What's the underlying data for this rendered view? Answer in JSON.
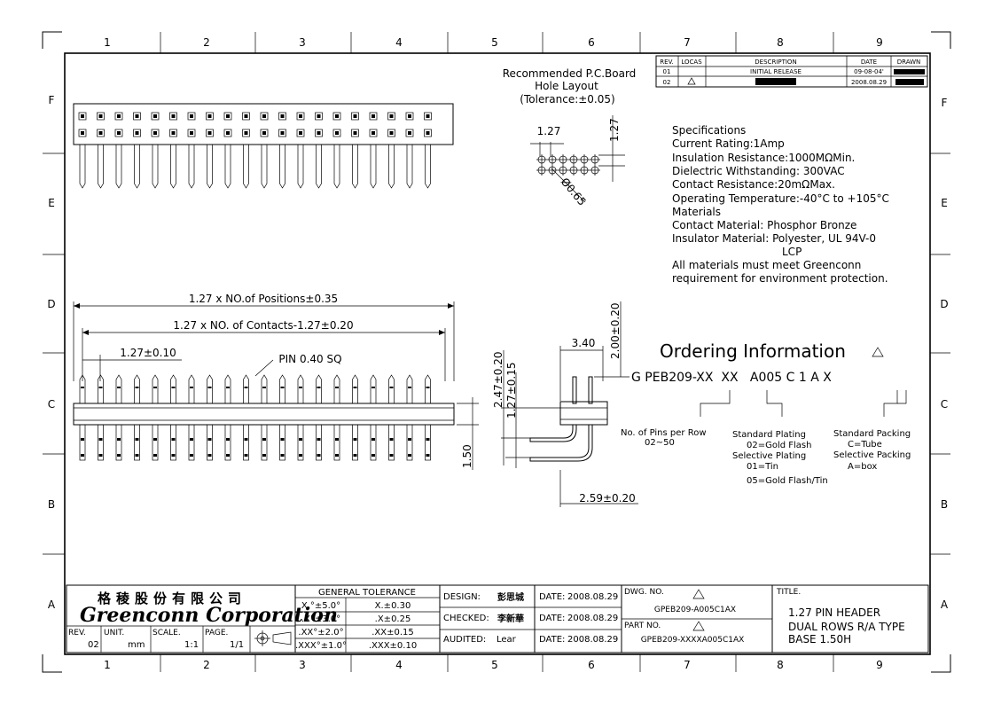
{
  "zones": {
    "columns": [
      "1",
      "2",
      "3",
      "4",
      "5",
      "6",
      "7",
      "8",
      "9"
    ],
    "rows": [
      "F",
      "E",
      "D",
      "C",
      "B",
      "A"
    ]
  },
  "revision_table": {
    "headers": [
      "REV.",
      "LOCAS",
      "DESCRIPTION",
      "DATE",
      "DRAWN"
    ],
    "rows": [
      {
        "rev": "01",
        "locas": "",
        "description": "INITIAL RELEASE",
        "date": "09-08-04'",
        "drawn": ""
      },
      {
        "rev": "02",
        "locas": "",
        "description": "",
        "date": "2008.08.29",
        "drawn": ""
      }
    ]
  },
  "hole_layout": {
    "title_lines": [
      "Recommended P.C.Board",
      "Hole Layout",
      "(Tolerance:±0.05)"
    ],
    "pitch_h": "1.27",
    "pitch_v": "1.27",
    "hole_dia": "Ø0.65"
  },
  "specifications": [
    "Specifications",
    "Current Rating:1Amp",
    "Insulation Resistance:1000MΩMin.",
    "Dielectric Withstanding:  300VAC",
    "Contact Resistance:20mΩMax.",
    "Operating Temperature:-40°C to +105°C",
    "Materials",
    "Contact Material: Phosphor Bronze",
    "Insulator Material: Polyester, UL 94V-0",
    "LCP",
    "All materials must meet Greenconn",
    "requirement for environment protection."
  ],
  "front_view": {
    "dim_positions": "1.27 x NO.of Positions±0.35",
    "dim_contacts": "1.27 x NO. of Contacts-1.27±0.20",
    "dim_pitch": "1.27±0.10",
    "pin_note": "PIN 0.40 SQ",
    "dim_height": "1.50"
  },
  "side_view": {
    "dim_340": "3.40",
    "dim_200": "2.00±0.20",
    "dim_247": "2.47±0.20",
    "dim_127": "1.27±0.15",
    "dim_259": "2.59±0.20"
  },
  "ordering": {
    "title": "Ordering Information",
    "code": "G PEB209-XX  XX   A005 C 1 A X",
    "pins_label_1": "No. of Pins per Row",
    "pins_label_2": "02~50",
    "plating_1": "Standard Plating",
    "plating_2": "02=Gold Flash",
    "plating_3": "Selective Plating",
    "plating_4": "01=Tin",
    "plating_5": "05=Gold Flash/Tin",
    "packing_1": "Standard Packing",
    "packing_2": "C=Tube",
    "packing_3": "Selective Packing",
    "packing_4": "A=box"
  },
  "title_block": {
    "company_cn": "格稜股份有限公司",
    "company_en": "Greenconn Corporation",
    "tolerance_title": "GENERAL TOLERANCE",
    "tolerances": [
      [
        "X.°±5.0°",
        "X.±0.30"
      ],
      [
        ".X°±3.0°",
        ".X±0.25"
      ],
      [
        ".XX°±2.0°",
        ".XX±0.15"
      ],
      [
        ".XXX°±1.0°",
        ".XXX±0.10"
      ]
    ],
    "rev_label": "REV.",
    "rev_value": "02",
    "unit_label": "UNIT.",
    "unit_value": "mm",
    "scale_label": "SCALE.",
    "scale_value": "1:1",
    "page_label": "PAGE.",
    "page_value": "1/1",
    "design_label": "DESIGN:",
    "design_value": "彭思城",
    "checked_label": "CHECKED:",
    "checked_value": "李新華",
    "audited_label": "AUDITED:",
    "audited_value": "Lear",
    "date_label": "DATE:",
    "date_value": "2008.08.29",
    "dwg_label": "DWG. NO.",
    "dwg_value": "GPEB209-A005C1AX",
    "part_label": "PART NO.",
    "part_value": "GPEB209-XXXXA005C1AX",
    "title_label": "TITLE.",
    "title_lines": [
      "1.27 PIN HEADER",
      "DUAL ROWS R/A TYPE",
      "BASE 1.50H"
    ]
  }
}
